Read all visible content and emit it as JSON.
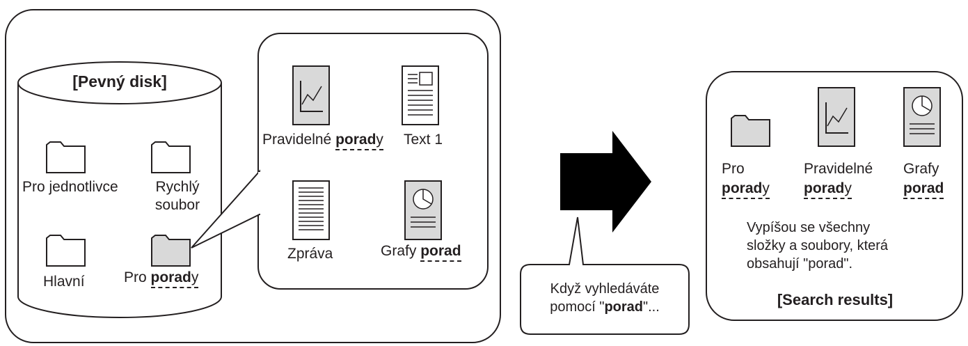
{
  "colors": {
    "stroke": "#231f20",
    "fill_gray": "#d9d9d9",
    "fill_black": "#000000",
    "background": "#ffffff"
  },
  "left_panel": {
    "disk_title": "[Pevný disk]",
    "folders": [
      {
        "icon": "folder-icon",
        "label": "Pro jednotlivce"
      },
      {
        "icon": "folder-icon",
        "label_line1": "Rychlý",
        "label_line2": "soubor"
      },
      {
        "icon": "folder-icon",
        "label": "Hlavní"
      },
      {
        "icon": "folder-icon-highlighted",
        "label_plain": "Pro ",
        "label_match": "porad",
        "label_tail": "y"
      }
    ],
    "callout_files": [
      {
        "icon": "chart-document-icon",
        "label_plain": "Pravidelné ",
        "label_match": "porad",
        "label_tail": "y"
      },
      {
        "icon": "text-document-icon",
        "label": "Text 1"
      },
      {
        "icon": "lined-document-icon",
        "label": "Zpráva"
      },
      {
        "icon": "pie-document-icon",
        "label_plain": "Grafy ",
        "label_match": "porad"
      }
    ]
  },
  "search_bubble": {
    "line1": "Když vyhledáváte",
    "line2_pre": "pomocí \"",
    "line2_bold": "porad",
    "line2_post": "\"..."
  },
  "results_panel": {
    "items": [
      {
        "icon": "folder-icon",
        "line1": "Pro",
        "line2_match": "porad",
        "line2_tail": "y"
      },
      {
        "icon": "chart-document-icon",
        "line1": "Pravidelné",
        "line2_match": "porad",
        "line2_tail": "y"
      },
      {
        "icon": "pie-document-icon",
        "line1": "Grafy",
        "line2_match": "porad",
        "line2_tail": ""
      }
    ],
    "description_line1": "Vypíšou se všechny",
    "description_line2": "složky a soubory, která",
    "description_line3": "obsahují \"porad\".",
    "title": "[Search results]"
  }
}
